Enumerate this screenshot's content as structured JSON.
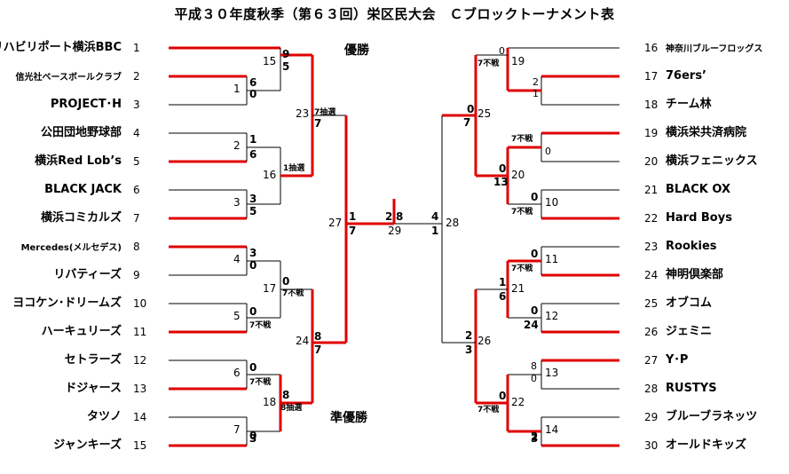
{
  "title": "平成３０年度秋季（第６３回）栄区民大会　Ｃブロックトーナメント表",
  "winner_label": "優勝",
  "runner_up_label": "準優勝",
  "left_teams": [
    {
      "seed": "1",
      "name": "リハビリポート横浜BBC"
    },
    {
      "seed": "2",
      "name": "信光社ベースボールクラブ"
    },
    {
      "seed": "3",
      "name": "PROJECT･H"
    },
    {
      "seed": "4",
      "name": "公田団地野球部"
    },
    {
      "seed": "5",
      "name": "横浜Red Lob’s"
    },
    {
      "seed": "6",
      "name": "BLACK JACK"
    },
    {
      "seed": "7",
      "name": "横浜コミカルズ"
    },
    {
      "seed": "8",
      "name": "Mercedes(メルセデス)"
    },
    {
      "seed": "9",
      "name": "リバティーズ"
    },
    {
      "seed": "10",
      "name": "ヨコケン･ドリームズ"
    },
    {
      "seed": "11",
      "name": "ハーキュリーズ"
    },
    {
      "seed": "12",
      "name": "セトラーズ"
    },
    {
      "seed": "13",
      "name": "ドジャース"
    },
    {
      "seed": "14",
      "name": "タツノ"
    },
    {
      "seed": "15",
      "name": "ジャンキーズ"
    }
  ],
  "right_teams": [
    {
      "seed": "16",
      "name": "神奈川ブルーフロッグス"
    },
    {
      "seed": "17",
      "name": "76ers’"
    },
    {
      "seed": "18",
      "name": "チーム林"
    },
    {
      "seed": "19",
      "name": "横浜栄共済病院"
    },
    {
      "seed": "20",
      "name": "横浜フェニックス"
    },
    {
      "seed": "21",
      "name": "BLACK OX"
    },
    {
      "seed": "22",
      "name": "Hard Boys"
    },
    {
      "seed": "23",
      "name": "Rookies"
    },
    {
      "seed": "24",
      "name": "神明倶楽部"
    },
    {
      "seed": "25",
      "name": "オブコム"
    },
    {
      "seed": "26",
      "name": "ジェミニ"
    },
    {
      "seed": "27",
      "name": "Y･P"
    },
    {
      "seed": "28",
      "name": "RUSTYS"
    },
    {
      "seed": "29",
      "name": "ブルーブラネッツ"
    },
    {
      "seed": "30",
      "name": "オールドキッズ"
    }
  ],
  "game_numbers": {
    "g1": "1",
    "g2": "2",
    "g3": "3",
    "g4": "4",
    "g5": "5",
    "g6": "6",
    "g7": "7",
    "g10": "10",
    "g11": "11",
    "g12": "12",
    "g13": "13",
    "g14": "14",
    "g15": "15",
    "g16": "16",
    "g17": "17",
    "g18": "18",
    "g19": "19",
    "g20": "20",
    "g21": "21",
    "g22": "22",
    "g23": "23",
    "g24": "24",
    "g25": "25",
    "g26": "26",
    "g27": "27",
    "g28": "28",
    "g29": "29"
  },
  "scores": {
    "s_15_top": "9",
    "s_15_bot": "5",
    "s_1_top": "6",
    "s_1_bot": "0",
    "s_2_top": "1",
    "s_2_bot": "6",
    "s_3_top": "3",
    "s_3_bot": "5",
    "s_16_top": "1抽選",
    "s_16_bot": "",
    "s_23_top": "7抽選",
    "s_23_bot": "7",
    "s_4_top": "3",
    "s_4_bot": "0",
    "s_5_top": "0",
    "s_5_bot": "7不戦",
    "s_17_top": "0",
    "s_17_bot": "7不戦",
    "s_6_top": "0",
    "s_6_bot": "7不戦",
    "s_7_top": "0",
    "s_7_bot": "3",
    "s_18_top": "8",
    "s_18_bot": "8抽選",
    "s_24_top": "8",
    "s_24_bot": "7",
    "s_27_top": "1",
    "s_27_bot": "7",
    "s_29_left": "2",
    "s_29_right": "8",
    "s_28_top": "4",
    "s_28_bot": "1",
    "s_19_top": "0",
    "s_19_bot": "7不戦",
    "s_8_top": "2",
    "s_8_bot": "1",
    "s_25_top": "0",
    "s_25_bot": "7",
    "s_9_top": "7不戦",
    "s_9_bot": "0",
    "s_20_top": "0",
    "s_20_bot": "13",
    "s_10_top": "0",
    "s_10_bot": "7不戦",
    "s_11_top": "0",
    "s_11_bot": "7不戦",
    "s_21_top": "1",
    "s_21_bot": "6",
    "s_12_top": "0",
    "s_12_bot": "24",
    "s_26_top": "2",
    "s_26_bot": "3",
    "s_13_top": "8",
    "s_13_bot": "0",
    "s_22_top": "0",
    "s_22_bot": "7不戦",
    "s_14_top": "2",
    "s_14_bot": "3"
  },
  "colors": {
    "win": "#e00000",
    "line": "#000000"
  }
}
